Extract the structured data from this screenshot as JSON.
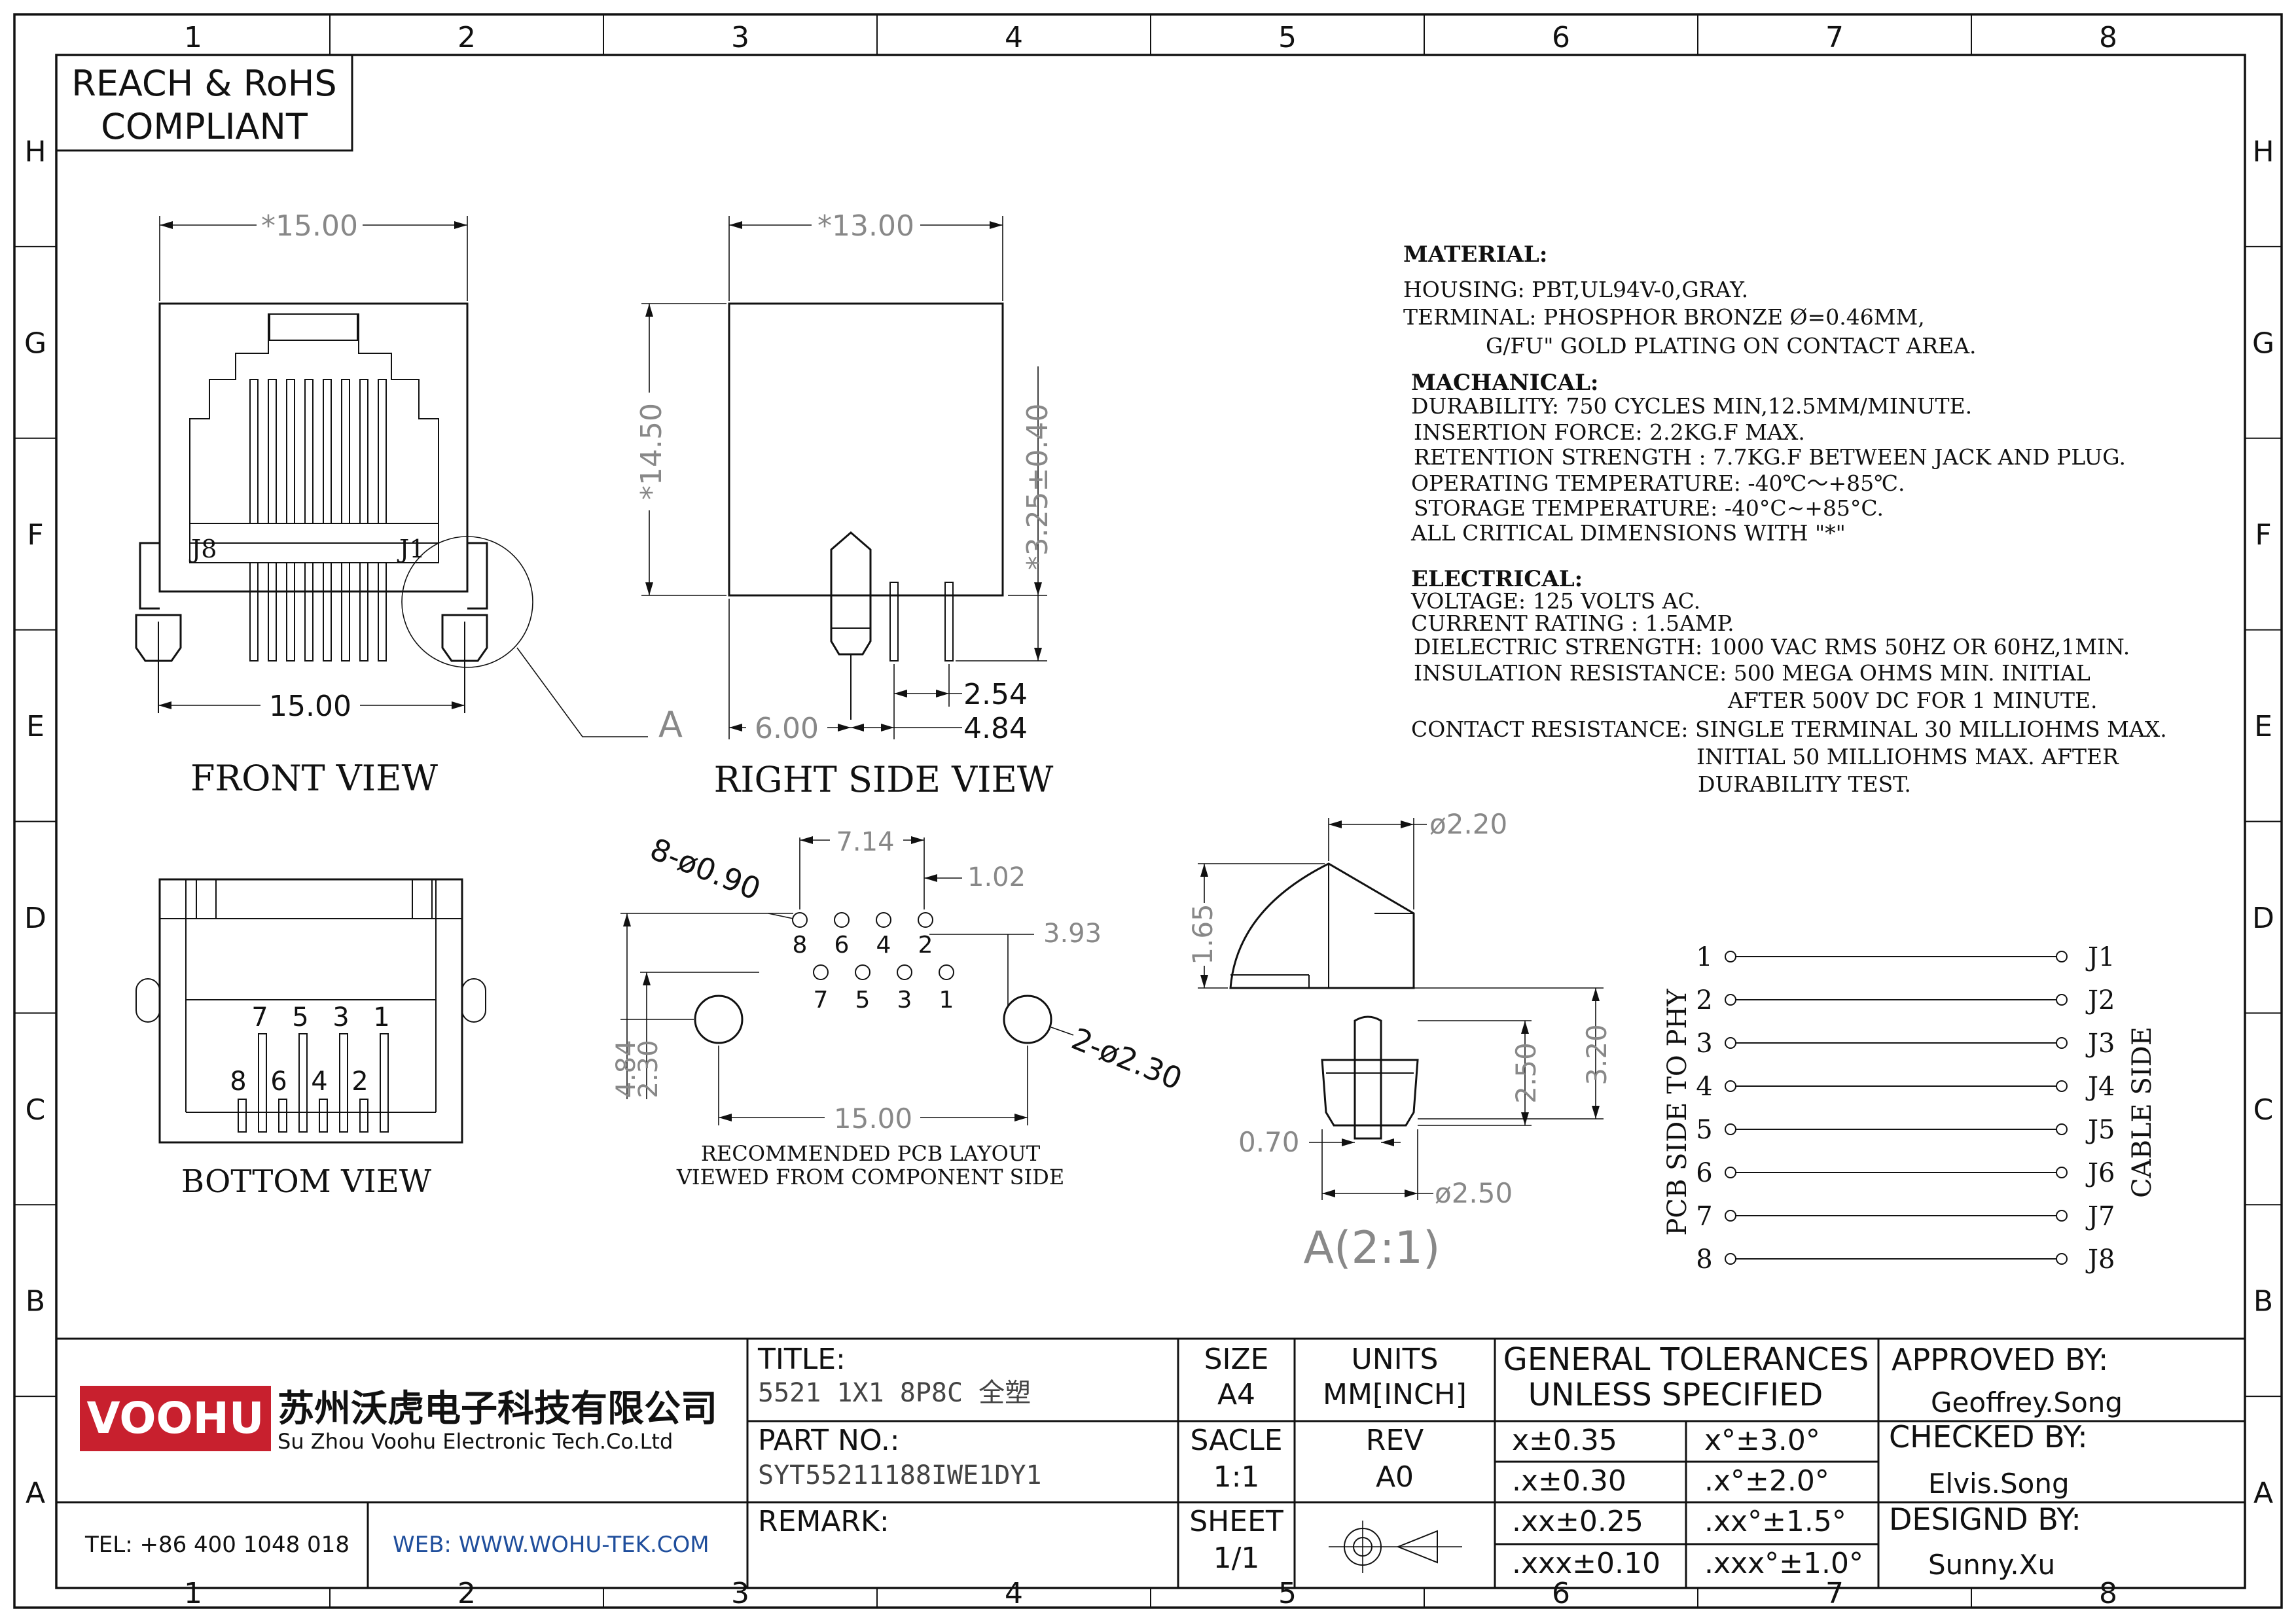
{
  "frame": {
    "col_numbers": [
      "1",
      "2",
      "3",
      "4",
      "5",
      "6",
      "7",
      "8"
    ],
    "row_letters": [
      "H",
      "G",
      "F",
      "E",
      "D",
      "C",
      "B",
      "A"
    ]
  },
  "compliance": [
    "REACH & RoHS",
    "COMPLIANT"
  ],
  "views": {
    "front": "FRONT VIEW",
    "right": "RIGHT SIDE VIEW",
    "bottom": "BOTTOM VIEW",
    "pcb_caption": [
      "RECOMMENDED PCB LAYOUT",
      "VIEWED FROM COMPONENT SIDE"
    ],
    "detail": "A(2:1)",
    "detail_callout": "A"
  },
  "contact_labels": {
    "left": "J8",
    "right": "J1"
  },
  "dimensions": {
    "front_width_top": "*15.00",
    "front_width_bottom": "15.00",
    "side_depth": "*13.00",
    "side_height": "*14.50",
    "side_pin_len": "*3.25±0.40",
    "side_front_offset": "6.00",
    "side_pitch": "2.54",
    "side_row_span": "4.84",
    "pcb_holes": "8-ø0.90",
    "pcb_row_span": "7.14",
    "pcb_pitch": "1.02",
    "pcb_offset": "3.93",
    "pcb_mount_holes": "2-ø2.30",
    "pcb_mount_span": "15.00",
    "pcb_v1": "4.84",
    "pcb_v2": "2.30",
    "detail_top_dia": "ø2.20",
    "detail_dome_h": "1.65",
    "detail_h1": "2.50",
    "detail_h2": "3.20",
    "detail_tip": "0.70",
    "detail_base_dia": "ø2.50"
  },
  "pcb_pins": {
    "top_row": [
      "8",
      "6",
      "4",
      "2"
    ],
    "bottom_row": [
      "7",
      "5",
      "3",
      "1"
    ]
  },
  "bottom_pins": {
    "top_row": [
      "7",
      "5",
      "3",
      "1"
    ],
    "bottom_row": [
      "8",
      "6",
      "4",
      "2"
    ]
  },
  "specs": {
    "material_title": "MATERIAL:",
    "material_lines": [
      "HOUSING: PBT,UL94V-0,GRAY.",
      "TERMINAL: PHOSPHOR BRONZE Ø=0.46MM,",
      "G/FU\" GOLD PLATING ON CONTACT AREA."
    ],
    "mechanical_title": "MACHANICAL:",
    "mechanical_lines": [
      "DURABILITY: 750 CYCLES MIN,12.5MM/MINUTE.",
      "INSERTION FORCE: 2.2KG.F MAX.",
      "RETENTION STRENGTH : 7.7KG.F BETWEEN JACK AND PLUG.",
      "OPERATING TEMPERATURE: -40℃～+85℃.",
      "STORAGE TEMPERATURE: -40°C~+85°C.",
      "ALL CRITICAL DIMENSIONS WITH \"*\""
    ],
    "electrical_title": "ELECTRICAL:",
    "electrical_lines": [
      "VOLTAGE: 125 VOLTS AC.",
      "CURRENT RATING : 1.5AMP.",
      "DIELECTRIC STRENGTH: 1000 VAC RMS 50HZ OR 60HZ,1MIN.",
      "INSULATION RESISTANCE: 500 MEGA OHMS MIN. INITIAL",
      "AFTER 500V DC FOR 1 MINUTE.",
      "CONTACT RESISTANCE: SINGLE TERMINAL 30 MILLIOHMS MAX.",
      "INITIAL 50 MILLIOHMS MAX. AFTER",
      "DURABILITY TEST."
    ]
  },
  "wiring": {
    "left_numbers": [
      "1",
      "2",
      "3",
      "4",
      "5",
      "6",
      "7",
      "8"
    ],
    "right_labels": [
      "J1",
      "J2",
      "J3",
      "J4",
      "J5",
      "J6",
      "J7",
      "J8"
    ],
    "left_side_label": "PCB SIDE TO PHY",
    "right_side_label": "CABLE SIDE"
  },
  "title_block": {
    "logo_text": "VOOHU",
    "company_cn": "苏州沃虎电子科技有限公司",
    "company_en": "Su Zhou Voohu Electronic Tech.Co.Ltd",
    "tel": "TEL: +86 400 1048 018",
    "web": "WEB: WWW.WOHU-TEK.COM",
    "title_label": "TITLE:",
    "title_value": "5521 1X1 8P8C 全塑",
    "part_label": "PART NO.:",
    "part_value": "SYT55211188IWE1DY1",
    "remark_label": "REMARK:",
    "size_label": "SIZE",
    "size_value": "A4",
    "units_label": "UNITS",
    "units_value": "MM[INCH]",
    "scale_label": "SACLE",
    "scale_value": "1:1",
    "rev_label": "REV",
    "rev_value": "A0",
    "sheet_label": "SHEET",
    "sheet_value": "1/1",
    "tol_title_1": "GENERAL TOLERANCES",
    "tol_title_2": "UNLESS SPECIFIED",
    "tolerances": [
      [
        "x±0.35",
        "x°±3.0°"
      ],
      [
        ".x±0.30",
        ".x°±2.0°"
      ],
      [
        ".xx±0.25",
        ".xx°±1.5°"
      ],
      [
        ".xxx±0.10",
        ".xxx°±1.0°"
      ]
    ],
    "approved_label": "APPROVED BY:",
    "approved_value": "Geoffrey.Song",
    "checked_label": "CHECKED BY:",
    "checked_value": "Elvis.Song",
    "designed_label": "DESIGND BY:",
    "designed_value": "Sunny.Xu"
  },
  "colors": {
    "logo_red": "#c8202e",
    "web_blue": "#1f4e9c",
    "ink": "#111111",
    "dim_gray": "#888888"
  }
}
